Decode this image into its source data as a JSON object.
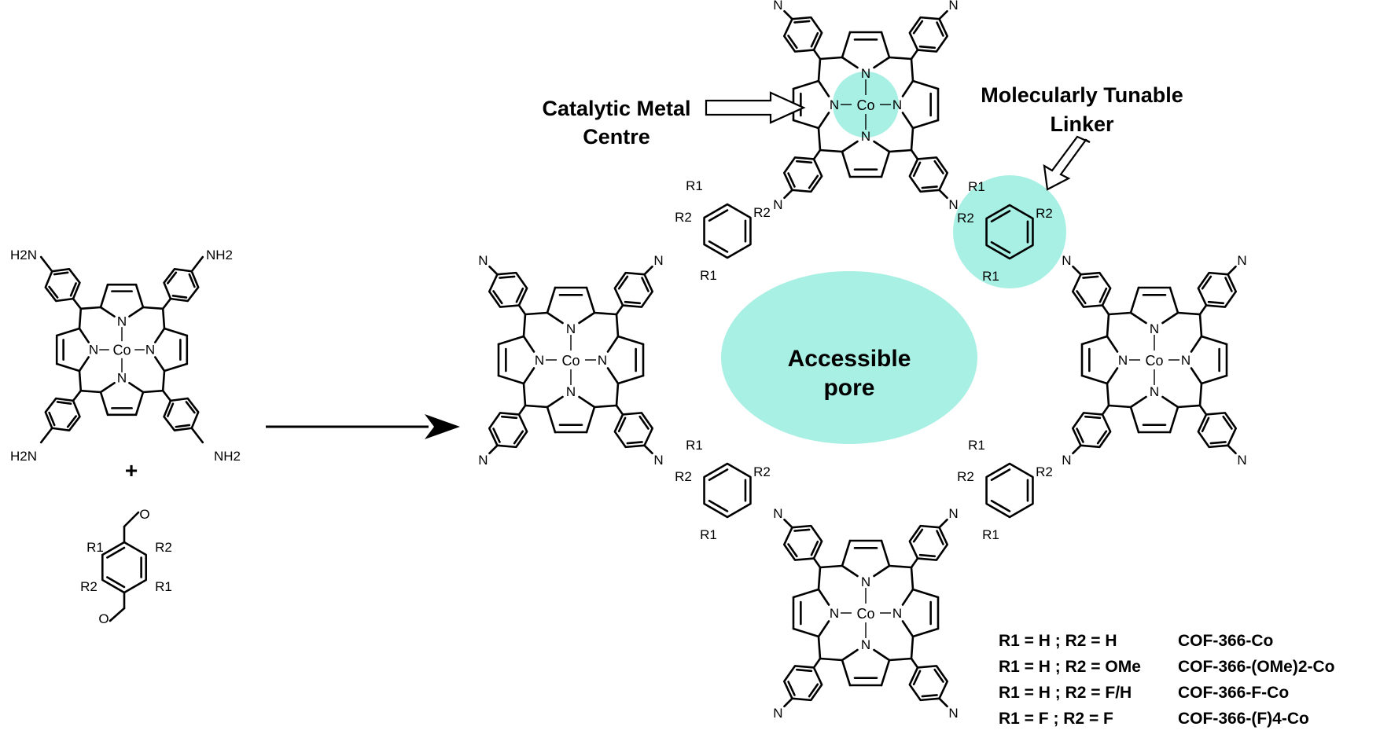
{
  "callouts": {
    "metal_centre": [
      "Catalytic Metal",
      "Centre"
    ],
    "tunable_linker": [
      "Molecularly Tunable",
      "Linker"
    ],
    "pore": [
      "Accessible",
      "pore"
    ]
  },
  "atoms": {
    "nitrogen": "N",
    "cobalt": "Co",
    "amine": "H2N",
    "amine_r": "NH2",
    "oxygen": "O",
    "r1": "R1",
    "r2": "R2",
    "r_sub1": "R1"
  },
  "plus_sign": "+",
  "colors": {
    "highlight": "#a8efe4",
    "ink": "#000000"
  },
  "variants_table": [
    {
      "condition": "R1 = H ; R2 = H",
      "product": "COF-366-Co"
    },
    {
      "condition": "R1 = H ; R2 = OMe",
      "product": "COF-366-(OMe)2-Co"
    },
    {
      "condition": "R1 = H ; R2 = F/H",
      "product": "COF-366-F-Co"
    },
    {
      "condition": "R1 = F ; R2 = F",
      "product": "COF-366-(F)4-Co"
    }
  ]
}
